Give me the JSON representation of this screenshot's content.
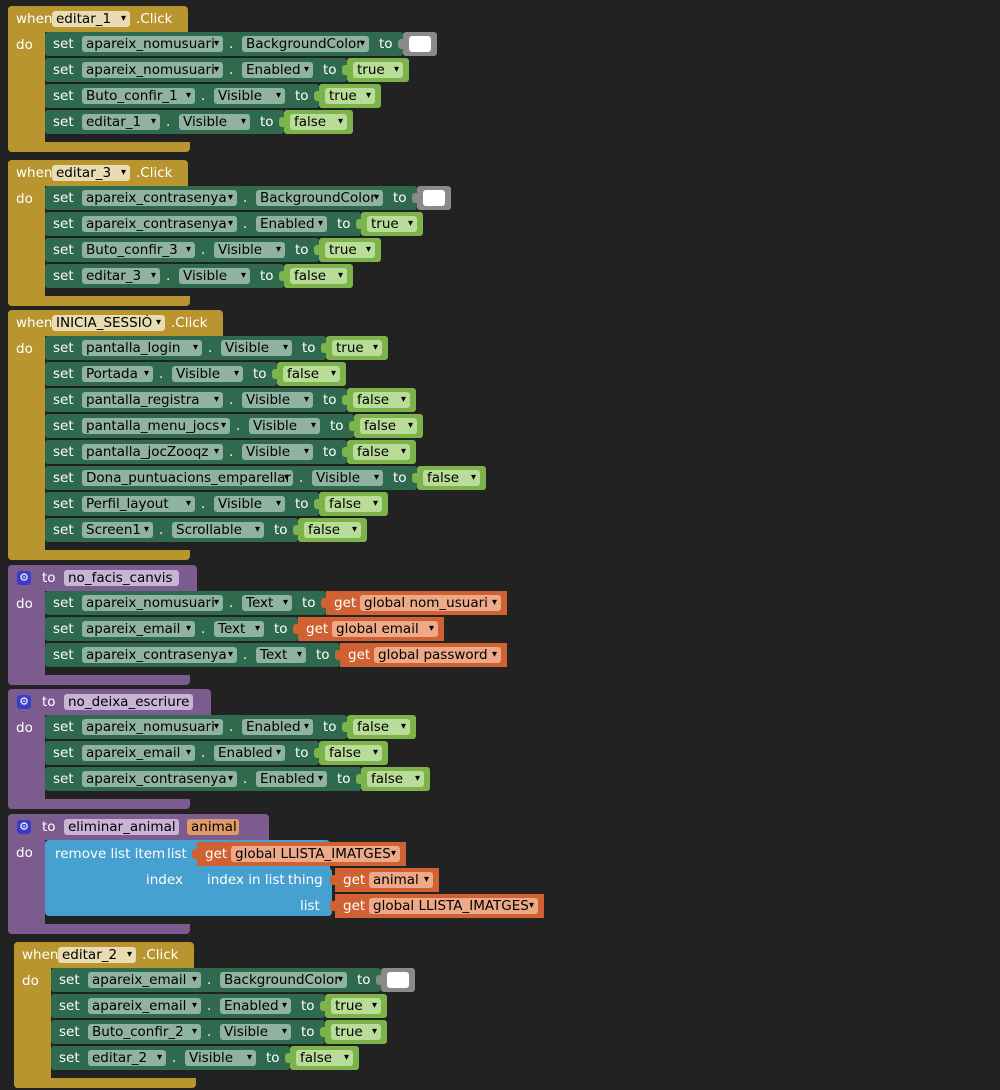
{
  "palette": {
    "event": "#b8952f",
    "proc": "#7c5b8f",
    "setter": "#2f6a4f",
    "logic": "#7db34b",
    "var": "#cf6132",
    "list": "#46a1d0",
    "swatch": "#ffffff",
    "field_event": "#e9dbb2",
    "field_proc": "#c9b3d6",
    "field_setter": "#8fb3a0",
    "field_logic": "#b9dc99",
    "field_var": "#eea988",
    "field_list": "#7fc2e3"
  },
  "keywords": {
    "when": "when",
    "do": "do",
    "click": ".Click",
    "to": "to",
    "set": "set",
    "get": "get",
    "dot": ".",
    "remove_list_item": "remove list item",
    "list": "list",
    "index": "index",
    "index_in_list": "index in list",
    "thing": "thing",
    "gear": "⚙"
  },
  "blocks": [
    {
      "kind": "event",
      "component": "editar_1",
      "statements": [
        {
          "component": "apareix_nomusuari",
          "property": "BackgroundColor",
          "value_kind": "color",
          "value": "#ffffff"
        },
        {
          "component": "apareix_nomusuari",
          "property": "Enabled",
          "value_kind": "logic",
          "value": "true"
        },
        {
          "component": "Buto_confir_1",
          "property": "Visible",
          "value_kind": "logic",
          "value": "true"
        },
        {
          "component": "editar_1",
          "property": "Visible",
          "value_kind": "logic",
          "value": "false"
        }
      ]
    },
    {
      "kind": "event",
      "component": "editar_3",
      "statements": [
        {
          "component": "apareix_contrasenya",
          "property": "BackgroundColor",
          "value_kind": "color",
          "value": "#ffffff"
        },
        {
          "component": "apareix_contrasenya",
          "property": "Enabled",
          "value_kind": "logic",
          "value": "true"
        },
        {
          "component": "Buto_confir_3",
          "property": "Visible",
          "value_kind": "logic",
          "value": "true"
        },
        {
          "component": "editar_3",
          "property": "Visible",
          "value_kind": "logic",
          "value": "false"
        }
      ]
    },
    {
      "kind": "event",
      "component": "INICIA_SESSIÓ",
      "statements": [
        {
          "component": "pantalla_login",
          "property": "Visible",
          "value_kind": "logic",
          "value": "true"
        },
        {
          "component": "Portada",
          "property": "Visible",
          "value_kind": "logic",
          "value": "false"
        },
        {
          "component": "pantalla_registra",
          "property": "Visible",
          "value_kind": "logic",
          "value": "false"
        },
        {
          "component": "pantalla_menu_jocs",
          "property": "Visible",
          "value_kind": "logic",
          "value": "false"
        },
        {
          "component": "pantalla_jocZooqz",
          "property": "Visible",
          "value_kind": "logic",
          "value": "false"
        },
        {
          "component": "Dona_puntuacions_emparellar",
          "property": "Visible",
          "value_kind": "logic",
          "value": "false"
        },
        {
          "component": "Perfil_layout",
          "property": "Visible",
          "value_kind": "logic",
          "value": "false"
        },
        {
          "component": "Screen1",
          "property": "Scrollable",
          "value_kind": "logic",
          "value": "false"
        }
      ]
    },
    {
      "kind": "procedure",
      "name": "no_facis_canvis",
      "statements": [
        {
          "component": "apareix_nomusuari",
          "property": "Text",
          "value_kind": "get",
          "value": "global nom_usuari"
        },
        {
          "component": "apareix_email",
          "property": "Text",
          "value_kind": "get",
          "value": "global email"
        },
        {
          "component": "apareix_contrasenya",
          "property": "Text",
          "value_kind": "get",
          "value": "global password"
        }
      ]
    },
    {
      "kind": "procedure",
      "name": "no_deixa_escriure",
      "statements": [
        {
          "component": "apareix_nomusuari",
          "property": "Enabled",
          "value_kind": "logic",
          "value": "false"
        },
        {
          "component": "apareix_email",
          "property": "Enabled",
          "value_kind": "logic",
          "value": "false"
        },
        {
          "component": "apareix_contrasenya",
          "property": "Enabled",
          "value_kind": "logic",
          "value": "false"
        }
      ]
    },
    {
      "kind": "procedure_param",
      "name": "eliminar_animal",
      "param": "animal",
      "remove": {
        "list_var": "global LLISTA_IMATGES",
        "thing_var": "animal",
        "inner_list_var": "global LLISTA_IMATGES"
      }
    },
    {
      "kind": "event",
      "component": "editar_2",
      "statements": [
        {
          "component": "apareix_email",
          "property": "BackgroundColor",
          "value_kind": "color",
          "value": "#ffffff"
        },
        {
          "component": "apareix_email",
          "property": "Enabled",
          "value_kind": "logic",
          "value": "true"
        },
        {
          "component": "Buto_confir_2",
          "property": "Visible",
          "value_kind": "logic",
          "value": "true"
        },
        {
          "component": "editar_2",
          "property": "Visible",
          "value_kind": "logic",
          "value": "false"
        }
      ]
    }
  ]
}
